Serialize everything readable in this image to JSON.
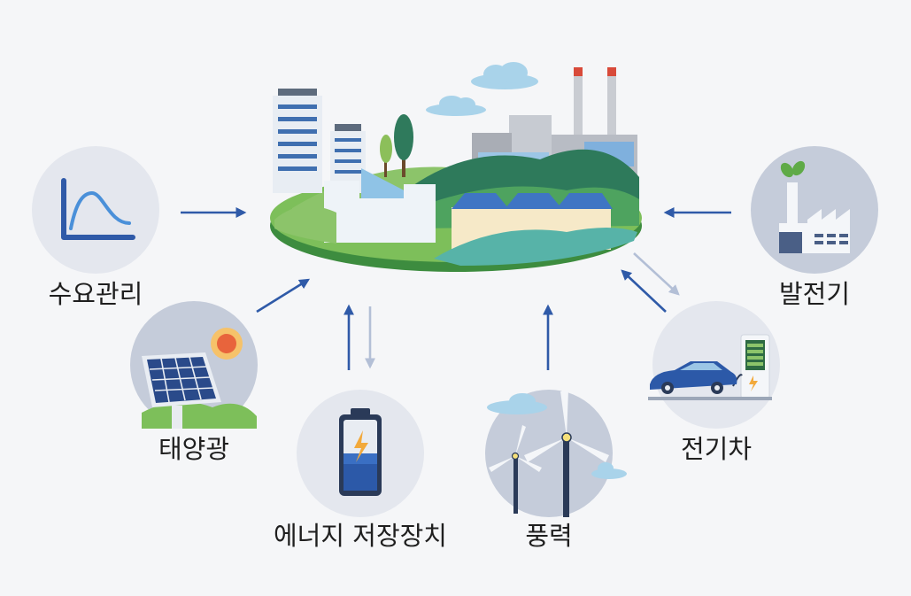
{
  "nodes": {
    "demand": {
      "label": "수요관리"
    },
    "solar": {
      "label": "태양광"
    },
    "storage": {
      "label": "에너지 저장장치"
    },
    "wind": {
      "label": "풍력"
    },
    "ev": {
      "label": "전기차"
    },
    "plant": {
      "label": "발전기"
    }
  },
  "colors": {
    "arrow_primary": "#2f5aa8",
    "arrow_secondary": "#b3bfd6",
    "circle_bg": "#e4e7ee",
    "circle_dark": "#c5ccda"
  }
}
